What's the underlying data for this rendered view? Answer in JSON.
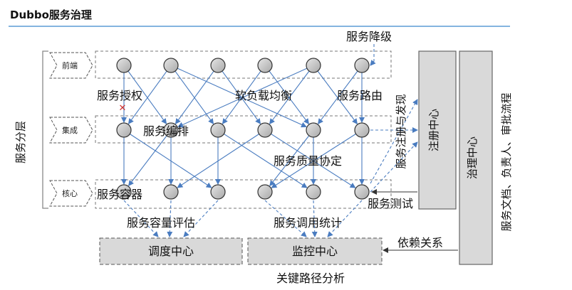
{
  "title": "Dubbo服务治理",
  "layers_group_label": "服务分层",
  "layers": [
    "前端",
    "集成",
    "核心"
  ],
  "centers": {
    "registry": "注册中心",
    "governance": "治理中心",
    "scheduling": "调度中心",
    "monitoring": "监控中心"
  },
  "annotations": {
    "degrade": "服务降级",
    "auth": "服务授权",
    "load_balance": "软负载均衡",
    "routing": "服务路由",
    "orchestration": "服务编排",
    "qos": "服务质量协定",
    "container": "服务容器",
    "registry_discovery": "服务注册与发现",
    "testing": "服务测试",
    "capacity": "服务容量评估",
    "call_stats": "服务调用统计",
    "dependency": "依赖关系",
    "critical_path": "关键路径分析",
    "governance_side": "服务文档、负责人、审批流程"
  },
  "colors": {
    "arrow": "#4a7cc0",
    "accent_line": "#5b9bd5",
    "node_fill": "#c8c8c8",
    "center_fill": "#d9d9d9",
    "auth_mark": "#d0312d"
  }
}
